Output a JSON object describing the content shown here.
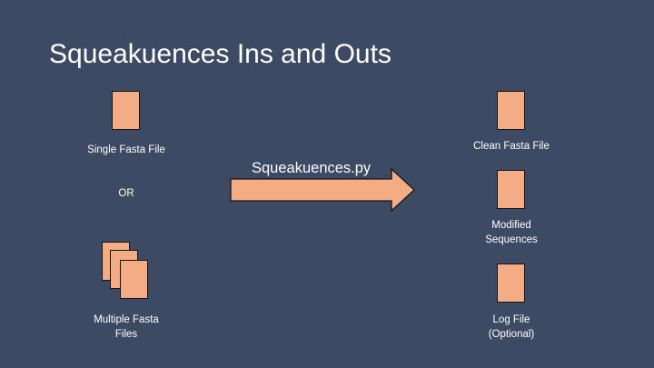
{
  "slide": {
    "title": "Squeakuences Ins and Outs",
    "inputs": {
      "single_label": "Single Fasta File",
      "or_label": "OR",
      "multiple_label": "Multiple Fasta\nFiles"
    },
    "process": {
      "label": "Squeakuences.py"
    },
    "outputs": {
      "clean_label": "Clean Fasta File",
      "modified_label": "Modified\nSequences",
      "log_label": "Log File\n(Optional)"
    }
  },
  "colors": {
    "background": "#3c4a63",
    "file_fill": "#f4ac84",
    "file_outline": "#14161c",
    "arrow_fill": "#f4ac84",
    "text": "#ffffff"
  },
  "icons": {
    "single_file": "file-icon",
    "multiple_files": "stacked-files-icon",
    "arrow": "right-arrow-icon"
  }
}
